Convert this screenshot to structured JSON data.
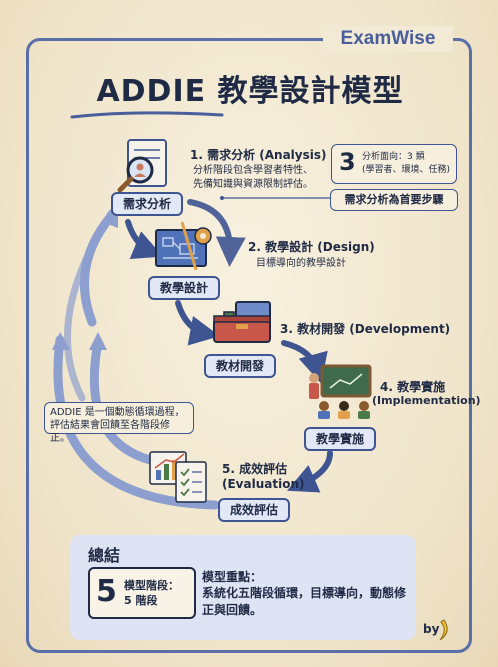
{
  "brand": "ExamWise",
  "title": "ADDIE 教學設計模型",
  "steps": [
    {
      "label": "需求分析",
      "title": "1. 需求分析 (Analysis)",
      "desc": [
        "分析階段包含學習者特性、",
        "先備知識與資源限制評估。"
      ]
    },
    {
      "label": "教學設計",
      "title": "2. 教學設計 (Design)",
      "desc": [
        "目標導向的教學設計"
      ]
    },
    {
      "label": "教材開發",
      "title": "3. 教材開發 (Development)",
      "desc": []
    },
    {
      "label": "教學實施",
      "title": "4. 教學實施",
      "title2": "(Implementation)",
      "desc": []
    },
    {
      "label": "成效評估",
      "title": "5. 成效評估",
      "title2": "(Evaluation)",
      "desc": []
    }
  ],
  "aspect_note": {
    "number": "3",
    "line1": "分析面向：3 類",
    "line2": "(學習者、環境、任務)"
  },
  "priority_note": "需求分析為首要步驟",
  "cycle_note": [
    "ADDIE 是一個動態循環過程，",
    "評估結果會回饋至各階段修正。"
  ],
  "summary": {
    "title": "總結",
    "number": "5",
    "number_label": [
      "模型階段：",
      "5 階段"
    ],
    "point_title": "模型重點：",
    "point_desc": "系統化五階段循環，目標導向，動態修正與回饋。"
  },
  "credit": "by",
  "icons": [
    "analysis-magnifier-icon",
    "design-blueprint-icon",
    "development-toolbox-icon",
    "implementation-classroom-icon",
    "evaluation-checklist-icon",
    "banana-icon"
  ],
  "colors": {
    "accent": "#3e5592",
    "background": "#f3ead6",
    "box": "#e3e8f6"
  }
}
